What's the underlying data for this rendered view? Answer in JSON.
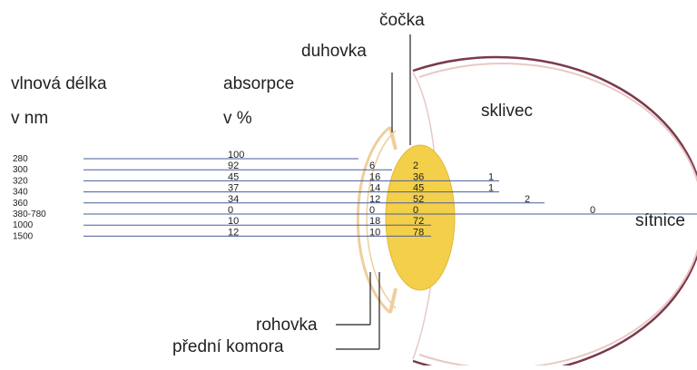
{
  "labels": {
    "wavelength_line1": "vlnová délka",
    "wavelength_line2": "v nm",
    "absorption_line1": "absorpce",
    "absorption_line2": "v %",
    "lens": "čočka",
    "iris": "duhovka",
    "vitreous": "sklivec",
    "retina": "sítnice",
    "cornea": "rohovka",
    "anterior_chamber": "přední komora"
  },
  "wavelengths": [
    "280",
    "300",
    "320",
    "340",
    "360",
    "380-780",
    "1000",
    "1500"
  ],
  "absorption_cornea": [
    "100",
    "92",
    "45",
    "37",
    "34",
    "0",
    "10",
    "12"
  ],
  "absorption_chamber": [
    "",
    "6",
    "16",
    "14",
    "12",
    "0",
    "18",
    "10"
  ],
  "absorption_lens": [
    "",
    "2",
    "36",
    "45",
    "52",
    "0",
    "72",
    "78"
  ],
  "absorption_vitreous": [
    "",
    "",
    "1",
    "1",
    "2",
    "0",
    "",
    ""
  ],
  "colors": {
    "ray": "#4a5e9a",
    "lens_fill": "#f3cf4a",
    "eye_outline": "#7a3a4c",
    "eye_inner": "#e8c8c6",
    "cornea": "#eecf9c",
    "text": "#222222"
  }
}
